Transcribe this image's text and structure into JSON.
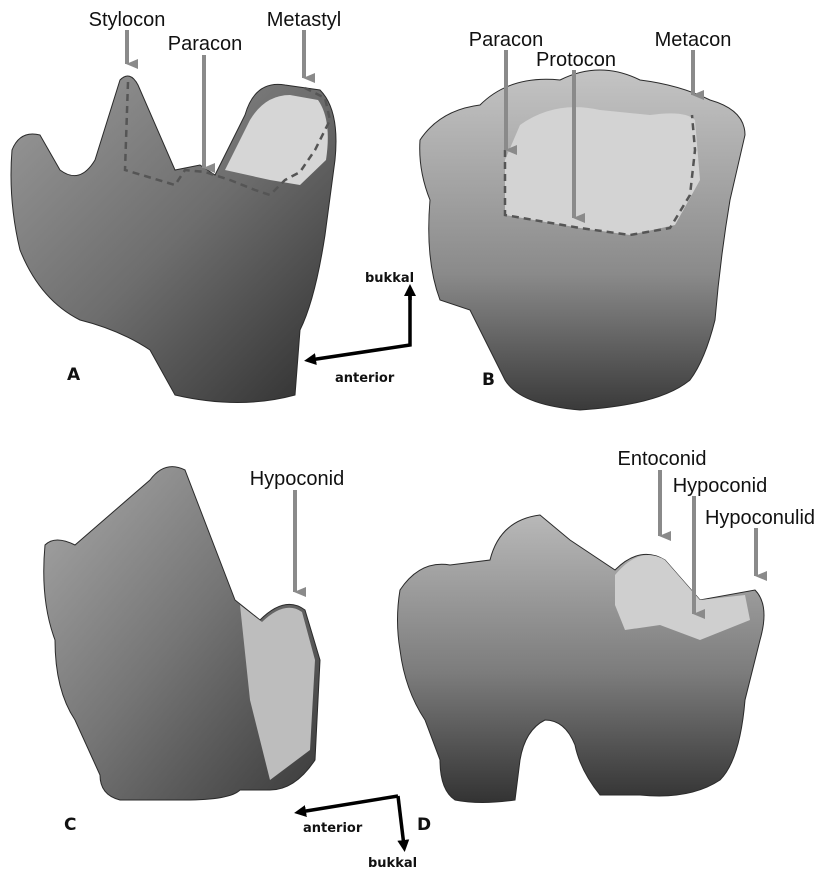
{
  "figure": {
    "panels": [
      {
        "letter": "A",
        "labels": [
          "Stylocon",
          "Paracon",
          "Metastyl"
        ]
      },
      {
        "letter": "B",
        "labels": [
          "Paracon",
          "Protocon",
          "Metacon"
        ]
      },
      {
        "letter": "C",
        "labels": [
          "Hypoconid"
        ]
      },
      {
        "letter": "D",
        "labels": [
          "Entoconid",
          "Hypoconid",
          "Hypoconulid"
        ]
      }
    ],
    "orientation_top": {
      "up": "bukkal",
      "left": "anterior"
    },
    "orientation_bottom": {
      "left": "anterior",
      "down": "bukkal"
    }
  },
  "colors": {
    "arrow": "#8a8a8a",
    "tooth_dark": "#3d3d3d",
    "tooth_mid": "#7a7a7a",
    "tooth_light": "#c9c9c9",
    "outline_dash": "#555555"
  }
}
